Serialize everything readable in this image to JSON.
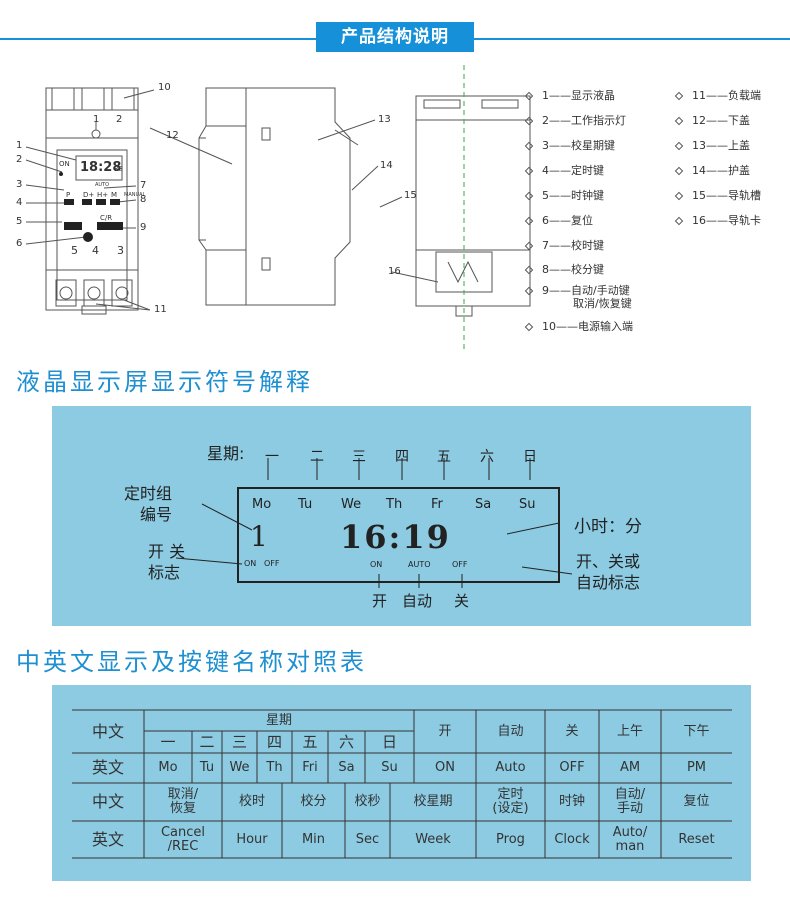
{
  "banner": "产品结构说明",
  "device_labels": {
    "terminals_top": [
      "1",
      "2"
    ],
    "terminals_bottom": [
      "5",
      "4",
      "3"
    ],
    "on_label": "ON",
    "lcd_time": "18:28",
    "lcd_sec": "38",
    "lcd_small": "AUTO",
    "btn_p": "P",
    "btn_d": "D+",
    "btn_h": "H+",
    "btn_m": "M",
    "btn_manual": "MANUAL",
    "btn_cr": "C/R"
  },
  "callouts": {
    "front": [
      "1",
      "2",
      "3",
      "4",
      "5",
      "6",
      "7",
      "8",
      "9",
      "10",
      "11"
    ],
    "side": [
      "12",
      "13",
      "14",
      "15",
      "16"
    ]
  },
  "legend": {
    "col1": [
      "1——显示液晶",
      "2——工作指示灯",
      "3——校星期键",
      "4——定时键",
      "5——时钟键",
      "6——复位",
      "7——校时键",
      "8——校分键",
      "9——自动/手动键",
      "取消/恢复键",
      "10——电源输入端"
    ],
    "col2": [
      "11——负载端",
      "12——下盖",
      "13——上盖",
      "14——护盖",
      "15——导轨槽",
      "16——导轨卡"
    ]
  },
  "lcd_section": {
    "title": "液晶显示屏显示符号解释",
    "weekday_label": "星期:",
    "weekdays_cn": [
      "一",
      "二",
      "三",
      "四",
      "五",
      "六",
      "日"
    ],
    "weekdays_en": [
      "Mo",
      "Tu",
      "We",
      "Th",
      "Fr",
      "Sa",
      "Su"
    ],
    "group_label_1": "定时组",
    "group_label_2": "编号",
    "group_number": "1",
    "time": "16:19",
    "hour_minute_label": "小时：分",
    "onoff_label_1": "开 关",
    "onoff_label_2": "标志",
    "on": "ON",
    "off": "OFF",
    "auto": "AUTO",
    "mode_label_1": "开、关或",
    "mode_label_2": "自动标志",
    "bottom_on": "开",
    "bottom_auto": "自动",
    "bottom_off": "关"
  },
  "table_section": {
    "title": "中英文显示及按键名称对照表",
    "row_headers": [
      "中文",
      "英文",
      "中文",
      "英文"
    ],
    "weekday_header": "星期",
    "weekdays_cn": [
      "一",
      "二",
      "三",
      "四",
      "五",
      "六",
      "日"
    ],
    "weekdays_en": [
      "Mo",
      "Tu",
      "We",
      "Th",
      "Fri",
      "Sa",
      "Su"
    ],
    "row1_extra_cn": [
      "开",
      "自动",
      "关",
      "上午",
      "下午"
    ],
    "row1_extra_en": [
      "ON",
      "Auto",
      "OFF",
      "AM",
      "PM"
    ],
    "row3_cn": [
      "取消/\n恢复",
      "校时",
      "校分",
      "校秒",
      "校星期",
      "定时\n(设定)",
      "时钟",
      "自动/\n手动",
      "复位"
    ],
    "row4_en": [
      "Cancel\n/REC",
      "Hour",
      "Min",
      "Sec",
      "Week",
      "Prog",
      "Clock",
      "Auto/\nman",
      "Reset"
    ]
  }
}
